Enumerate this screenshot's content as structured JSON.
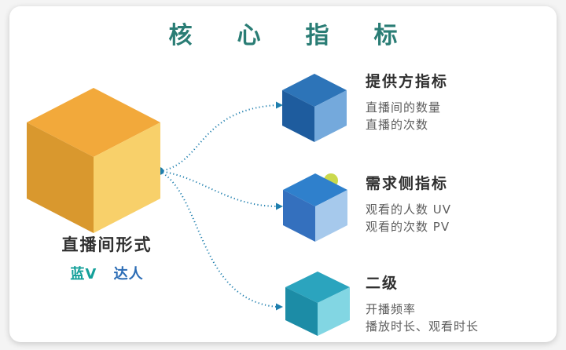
{
  "title": "核心指标",
  "colors": {
    "title": "#2a7d75",
    "heading": "#303030",
    "body": "#5c5c5c",
    "connector": "#1f7fae",
    "blue_v": "#14a09a",
    "daren": "#2b6cb5",
    "big_cube_top": "#f2a93b",
    "big_cube_left": "#d9982e",
    "big_cube_right": "#f8d06a",
    "cube1_top": "#2d74b8",
    "cube1_left": "#1e5c9e",
    "cube1_right": "#74a9dc",
    "cube2_top": "#2f80cc",
    "cube2_left": "#3470be",
    "cube2_right": "#a6c9ec",
    "cube3_top": "#2ba4be",
    "cube3_left": "#1c8ca6",
    "cube3_right": "#82d6e3",
    "accent_dot": "#cbd94d"
  },
  "source": {
    "label": "直播间形式",
    "sub_blue_v": "蓝V",
    "sub_daren": "达人"
  },
  "sections": [
    {
      "heading": "提供方指标",
      "lines": [
        "直播间的数量",
        "直播的次数"
      ]
    },
    {
      "heading": "需求侧指标",
      "lines": [
        "观看的人数 UV",
        "观看的次数 PV"
      ]
    },
    {
      "heading": "二级",
      "lines": [
        "开播频率",
        "播放时长、观看时长"
      ]
    }
  ]
}
